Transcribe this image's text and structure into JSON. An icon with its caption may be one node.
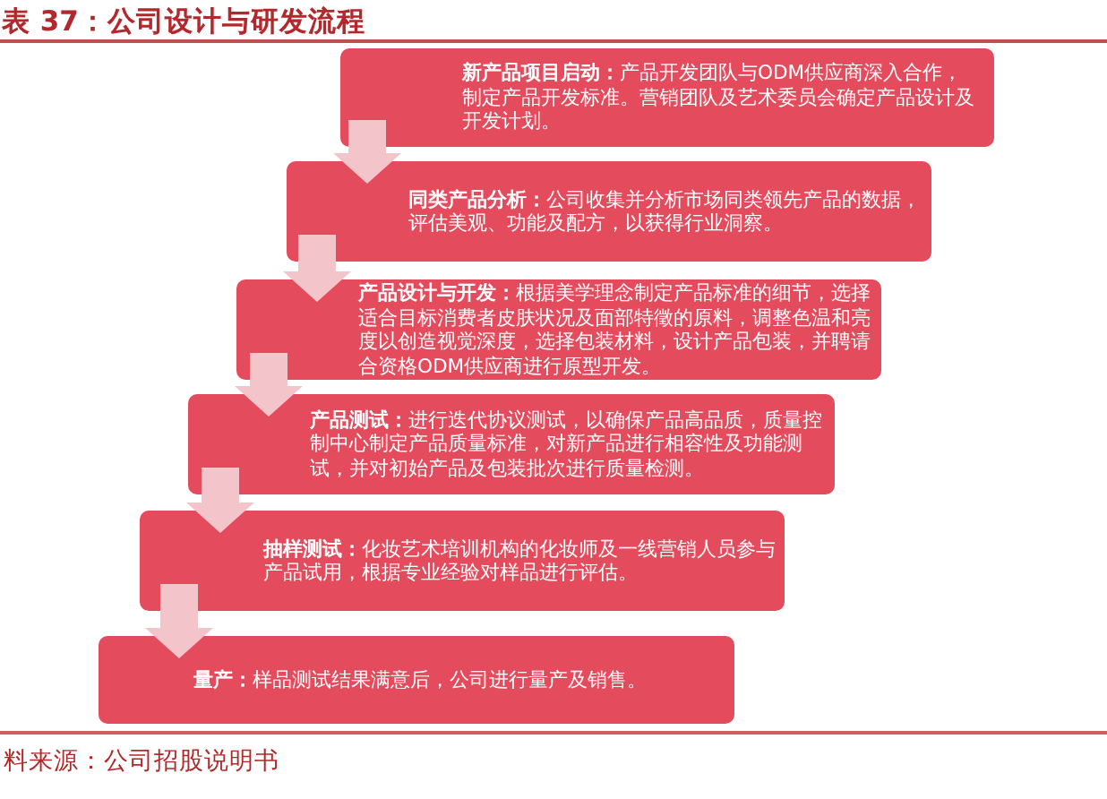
{
  "diagram": {
    "title": "表 37：公司设计与研发流程",
    "nodes": [
      {
        "text": [
          "**新产品项目启动：**产品开发团队与ODM供应商深入合作，制定产品开发标准。营销团队及艺术委员会确定产品设计及开发计划。"
        ]
      },
      {
        "text": [
          "**同类产品分析：**公司收集并分析市场同类领先产品的数据，评估美观、功能及配方，以获得行业洞察。"
        ]
      },
      {
        "text": [
          "**产品设计与开发：**根据美学理念制定产品标准的细节，选择适合目标消费者皮肤状况及面部特徵的原料，调整色温和亮度以创造视觉深度，选择包装材料，设计产品包装，并聘请合资格ODM供应商进行原型开发。"
        ]
      },
      {
        "text": [
          "**产品测试：**进行迭代协议测试，以确保产品高品质，质量控制中心制定产品质量标准，对新产品进行相容性及功能测试，并对初始产品及包装批次进行质量检测。"
        ]
      },
      {
        "text": [
          "**抽样测试：**化妆艺术培训机构的化妆师及一线营销人员参与产品试用，根据专业经验对样品进行评估。"
        ]
      },
      {
        "text": [
          "**量产：**样品测试结果满意后，公司进行量产及销售。"
        ]
      }
    ],
    "edges": [
      {
        "from": 0,
        "to": 1,
        "arrow": "to"
      },
      {
        "from": 1,
        "to": 2,
        "arrow": "to"
      },
      {
        "from": 2,
        "to": 3,
        "arrow": "to"
      },
      {
        "from": 3,
        "to": 4,
        "arrow": "to"
      },
      {
        "from": 4,
        "to": 5,
        "arrow": "to"
      }
    ],
    "caption": "料来源：公司招股说明书"
  }
}
